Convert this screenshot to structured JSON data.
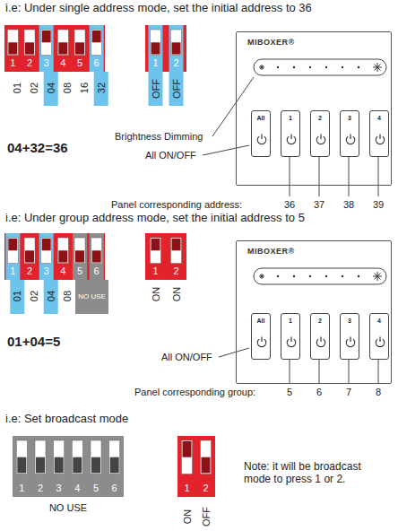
{
  "diagram": {
    "nodes": [
      {
        "text": [
          "1",
          "2",
          "3",
          "4",
          "5",
          "6"
        ]
      },
      {
        "text": [
          "1",
          "2"
        ]
      },
      {
        "text": [
          "MIBOXER®"
        ]
      },
      {
        "text": [
          "All"
        ],
        "in": 2
      },
      {
        "text": [
          "1"
        ],
        "in": 2
      },
      {
        "text": [
          "2"
        ],
        "in": 2
      },
      {
        "text": [
          "3"
        ],
        "in": 2
      },
      {
        "text": [
          "4"
        ],
        "in": 2
      },
      {
        "text": [
          "1",
          "2",
          "3",
          "4",
          "5",
          "6"
        ]
      },
      {
        "text": [
          "1",
          "2"
        ]
      },
      {
        "text": [
          "MIBOXER®"
        ]
      },
      {
        "text": [
          "All"
        ],
        "in": 10
      },
      {
        "text": [
          "1"
        ],
        "in": 10
      },
      {
        "text": [
          "2"
        ],
        "in": 10
      },
      {
        "text": [
          "3"
        ],
        "in": 10
      },
      {
        "text": [
          "4"
        ],
        "in": 10
      },
      {
        "text": [
          "1",
          "2",
          "3",
          "4",
          "5",
          "6"
        ]
      },
      {
        "text": [
          "1",
          "2"
        ]
      }
    ],
    "labels": [
      "i.e: Under single address mode, set the initial address to 36",
      "01",
      "02",
      "04",
      "08",
      "16",
      "32",
      "OFF",
      "OFF",
      "04+32=36",
      "Brightness Dimming",
      "All ON/OFF",
      "Panel corresponding address:",
      "36",
      "37",
      "38",
      "39",
      "i.e: Under group address mode, set the initial address to 5",
      "01",
      "02",
      "04",
      "08",
      "NO USE",
      "ON",
      "ON",
      "01+04=5",
      "All ON/OFF",
      "Panel corresponding group:",
      "5",
      "6",
      "7",
      "8",
      "i.e: Set broadcast mode",
      "NO USE",
      "ON",
      "OFF",
      "Note: it will be broadcast mode to press 1 or 2."
    ]
  }
}
